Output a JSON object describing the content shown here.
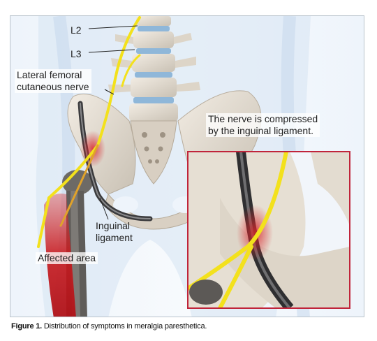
{
  "labels": {
    "l2": "L2",
    "l3": "L3",
    "nerve_line1": "Lateral femoral",
    "nerve_line2": "cutaneous nerve",
    "compress_line1": "The nerve is compressed",
    "compress_line2": "by the inguinal ligament.",
    "ligament_line1": "Inguinal",
    "ligament_line2": "ligament",
    "affected": "Affected area"
  },
  "caption": {
    "prefix": "Figure 1.",
    "text": " Distribution of symptoms in meralgia paresthetica."
  },
  "colors": {
    "nerve": "#f3e11c",
    "affected": "#c8191e",
    "inset_border": "#c0243a",
    "bone": "#e4dccf",
    "disc": "#8fb7d9",
    "body": "#cfe0f2"
  }
}
